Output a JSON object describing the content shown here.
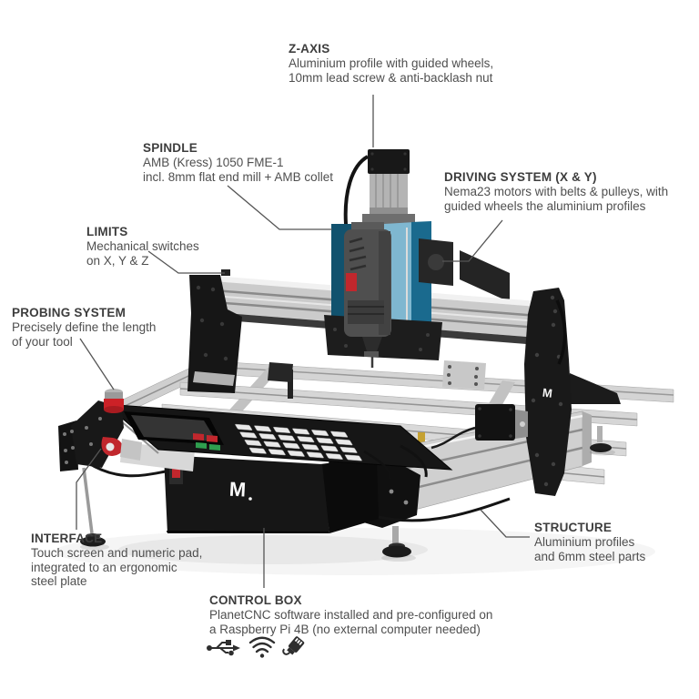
{
  "page": {
    "background": "#ffffff",
    "subject": "CNC milling machine annotated diagram"
  },
  "machine": {
    "logo_letter": "M"
  },
  "colors": {
    "accent_red": "#c1272d",
    "teal_plate": "#1a6a8e",
    "teal_plate_dark": "#11526e",
    "acrylic_blue": "#7fb7d0",
    "machine_silver": "#d2d2d2",
    "steel_black": "#161616",
    "title_text": "#3d3d3d",
    "body_text": "#4f4f4f",
    "leader_line": "#555555",
    "icon": "#2e2e2e"
  },
  "labels": {
    "z_axis": {
      "title": "Z-AXIS",
      "desc": [
        "Aluminium profile with guided wheels,",
        "10mm lead screw & anti-backlash nut"
      ]
    },
    "spindle": {
      "title": "SPINDLE",
      "desc": [
        "AMB (Kress) 1050 FME-1",
        "incl. 8mm flat end mill + AMB collet"
      ]
    },
    "driving_system": {
      "title": "DRIVING SYSTEM (X & Y)",
      "desc": [
        "Nema23 motors with belts & pulleys, with",
        "guided wheels the aluminium profiles"
      ]
    },
    "limits": {
      "title": "LIMITS",
      "desc": [
        "Mechanical switches",
        "on X, Y & Z"
      ]
    },
    "probing_system": {
      "title": "PROBING SYSTEM",
      "desc": [
        "Precisely define the length",
        "of your tool"
      ]
    },
    "interface": {
      "title": "INTERFACE",
      "desc": [
        "Touch screen and numeric pad,",
        "integrated to an ergonomic",
        "steel plate"
      ]
    },
    "control_box": {
      "title": "CONTROL BOX",
      "desc": [
        "PlanetCNC software installed and pre-configured on",
        "a Raspberry Pi 4B (no external computer needed)"
      ]
    },
    "structure": {
      "title": "STRUCTURE",
      "desc": [
        "Aluminium profiles",
        "and 6mm steel parts"
      ]
    }
  },
  "icons": {
    "usb": "usb-icon",
    "wifi": "wifi-icon",
    "plug": "ethernet-plug-icon"
  }
}
